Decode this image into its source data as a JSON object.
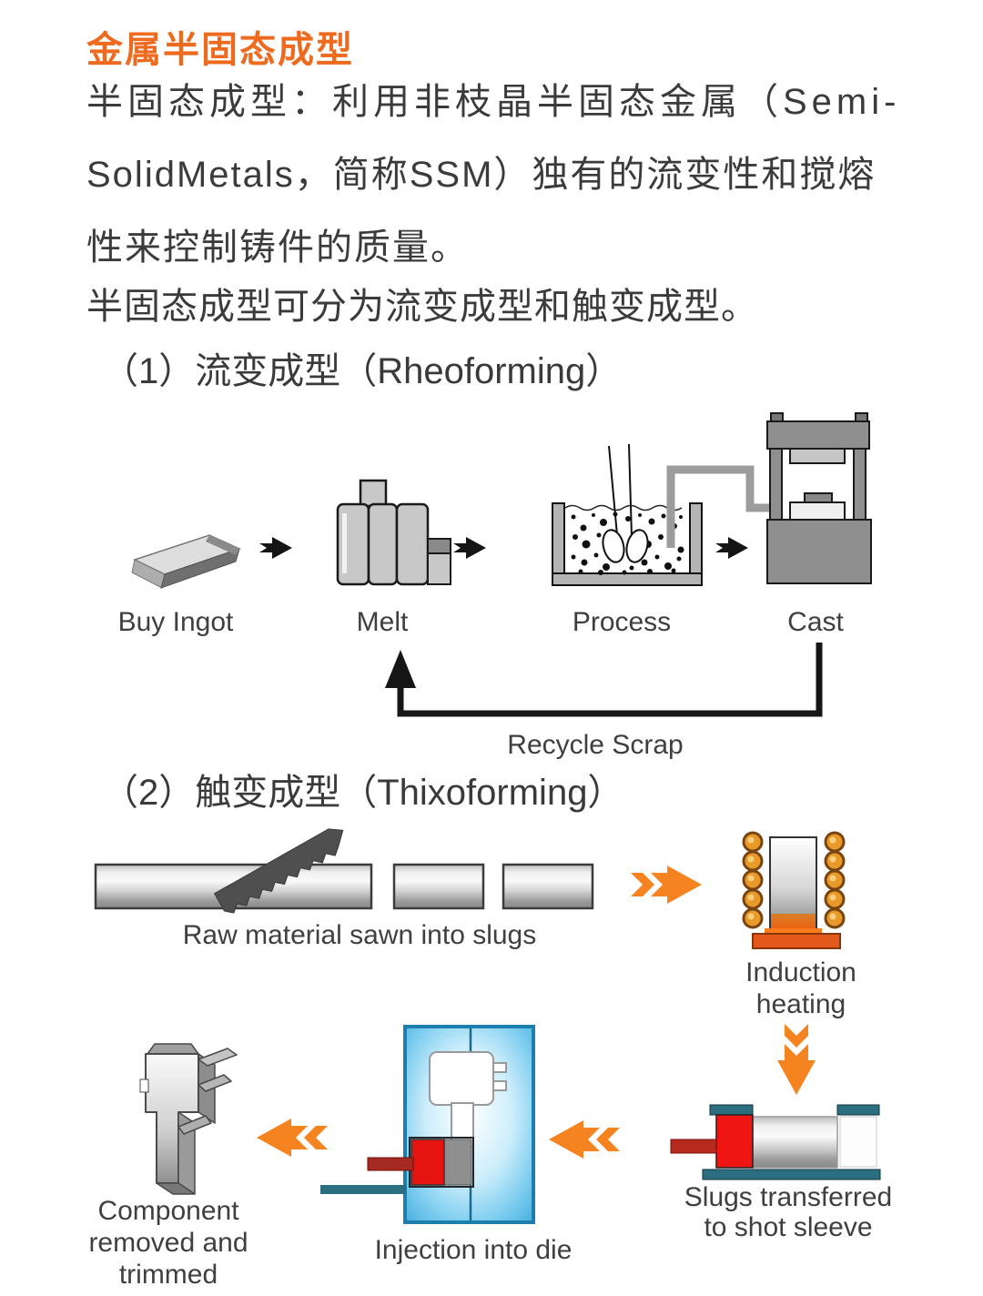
{
  "page": {
    "title": "金属半固态成型",
    "paragraph_lines": [
      "半固态成型：利用非枝晶半固态金属（Semi-",
      "SolidMetals，简称SSM）独有的流变性和搅熔",
      "性来控制铸件的质量。",
      "半固态成型可分为流变成型和触变成型。"
    ]
  },
  "rheoforming": {
    "heading": "（1）流变成型（Rheoforming）",
    "steps": [
      "Buy Ingot",
      "Melt",
      "Process",
      "Cast"
    ],
    "recycle_label": "Recycle Scrap"
  },
  "thixoforming": {
    "heading": "（2）触变成型（Thixoforming）",
    "saw_label": "Raw material sawn into slugs",
    "induction_label": [
      "Induction",
      "heating"
    ],
    "sleeve_label": [
      "Slugs transferred",
      "to shot sleeve"
    ],
    "injection_label": "Injection into die",
    "component_label": [
      "Component",
      "removed and",
      "trimmed"
    ]
  },
  "colors": {
    "title_orange": "#EE6A1E",
    "body_text": "#3B3B3B",
    "label_text": "#3F3F3F",
    "flow_arrow_orange": "#F5831F",
    "teal": "#2B6E80",
    "red": "#EE1512",
    "dark_red": "#A52A22",
    "die_blue": "#45AEDE",
    "die_border_blue": "#1C7FAE",
    "coil_gold": "#E89A28",
    "heater_base_orange": "#E2591B",
    "machine_gray": "#8F8F8F"
  }
}
